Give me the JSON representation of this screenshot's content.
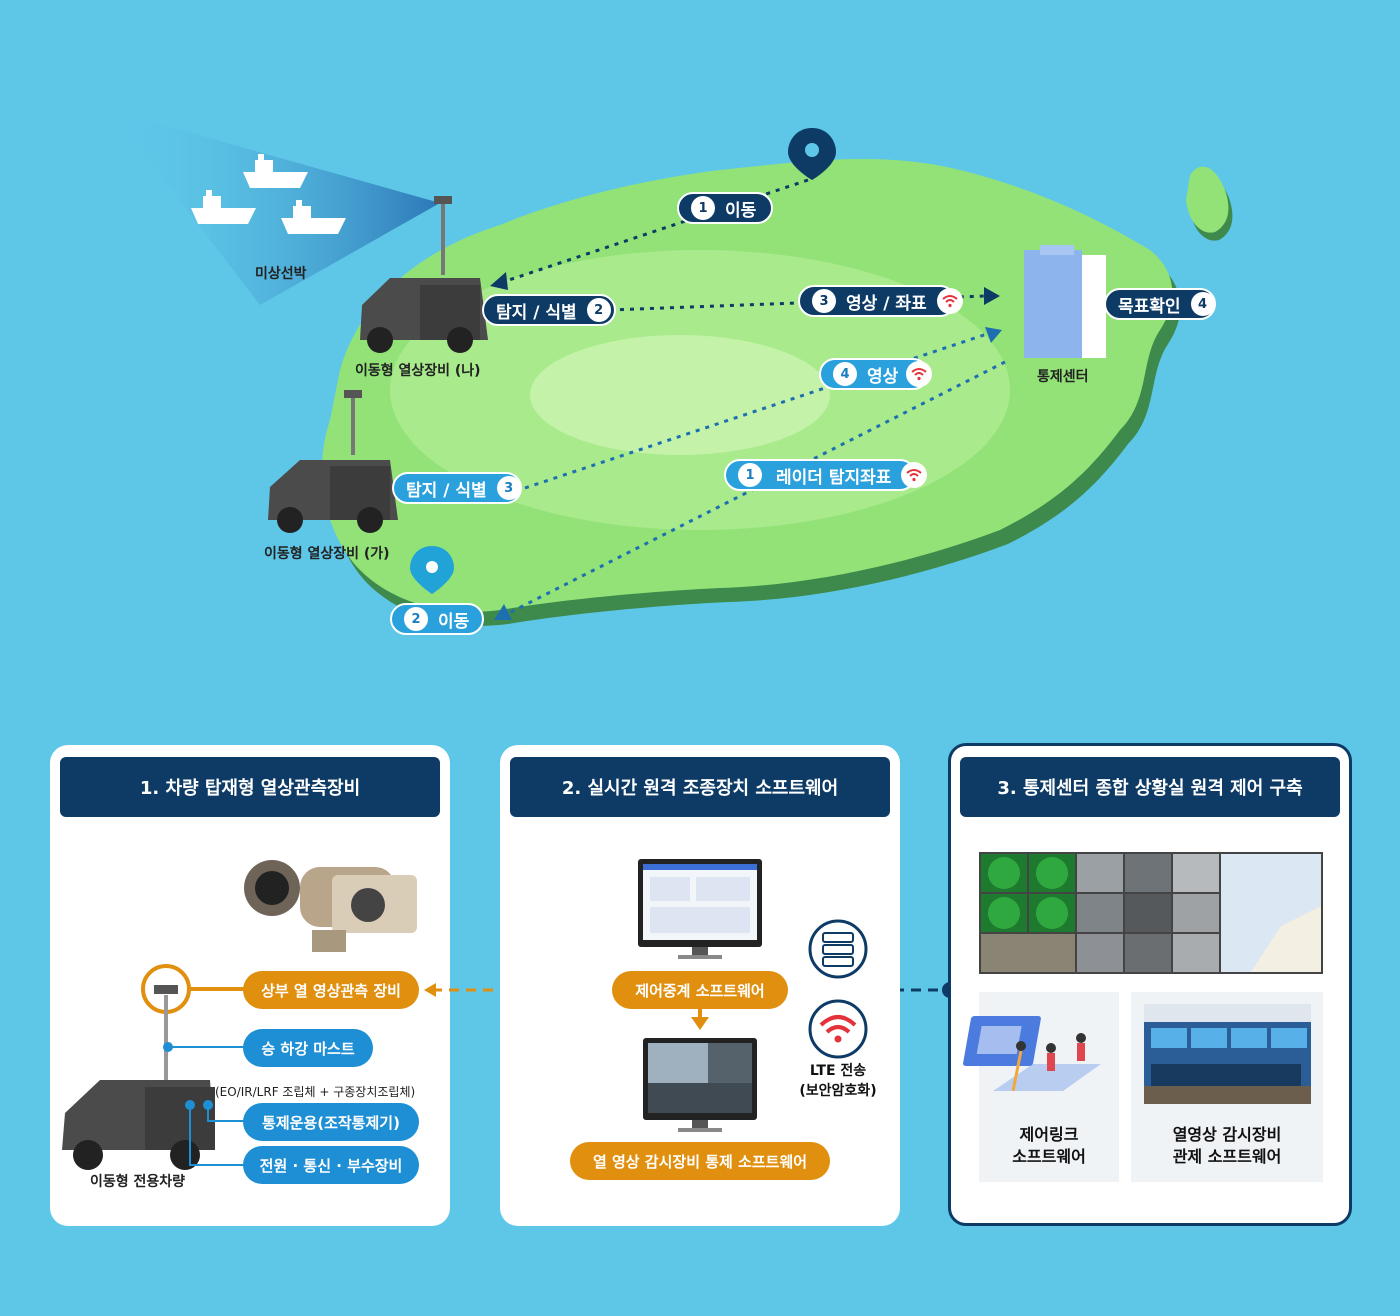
{
  "map": {
    "boats_label": "미상선박",
    "vehicle_b_label": "이동형 열상장비 (나)",
    "vehicle_a_label": "이동형 열상장비 (가)",
    "control_center_label": "통제센터",
    "steps": {
      "move1": {
        "num": "1",
        "text": "이동"
      },
      "detect2": {
        "num": "2",
        "text": "탐지 / 식별"
      },
      "video_coord3": {
        "num": "3",
        "text": "영상 / 좌표"
      },
      "target4": {
        "num": "4",
        "text": "목표확인"
      },
      "video4": {
        "num": "4",
        "text": "영상"
      },
      "detect3": {
        "num": "3",
        "text": "탐지 / 식별"
      },
      "radar1": {
        "num": "1",
        "text": "레이더 탐지좌표"
      },
      "move2": {
        "num": "2",
        "text": "이동"
      }
    }
  },
  "cards": {
    "c1": {
      "title": "1. 차량 탑재형 열상관측장비",
      "upper": "상부 열 영상관측 장비",
      "mast": "승 하강 마스트",
      "assembly": "(EO/IR/LRF 조립체 + 구종장치조립체)",
      "control": "통제운용(조작통제기)",
      "power": "전원 · 통신 · 부수장비",
      "vehicle": "이동형 전용차량"
    },
    "c2": {
      "title": "2. 실시간  원격 조종장치 소프트웨어",
      "relay": "제어중계 소프트웨어",
      "thermal_sw": "열 영상 감시장비 통제 소프트웨어",
      "lte": "LTE 전송",
      "lte_sub": "(보안암호화)"
    },
    "c3": {
      "title": "3. 통제센터 종합 상황실 원격 제어 구축",
      "link_sw_1": "제어링크",
      "link_sw_2": "소프트웨어",
      "monitor_1": "열영상 감시장비",
      "monitor_2": "관제 소프트웨어"
    }
  },
  "colors": {
    "navy": "#0d3b66",
    "sky": "#5ec7e8",
    "orange": "#e08f0e",
    "blue": "#1e8fd4",
    "island": "#8fe07a"
  }
}
